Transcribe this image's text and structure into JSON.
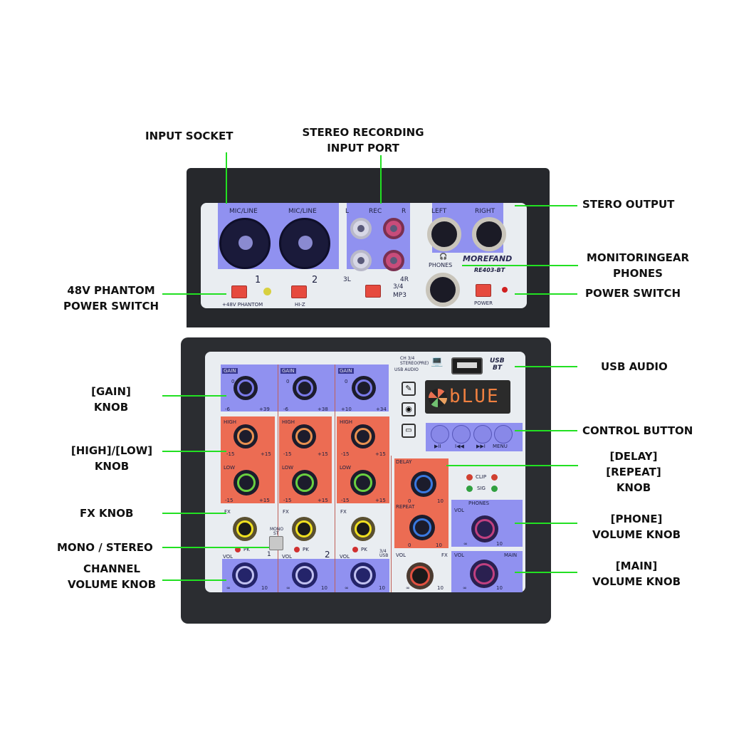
{
  "callouts": {
    "input_socket": "INPUT SOCKET",
    "stereo_recording_l1": "STEREO RECORDING",
    "stereo_recording_l2": "INPUT PORT",
    "stereo_output": "STERO OUTPUT",
    "monitoring_l1": "MONITORINGEAR",
    "monitoring_l2": "PHONES",
    "power_switch": "POWER SWITCH",
    "phantom_l1": "48V PHANTOM",
    "phantom_l2": "POWER SWITCH",
    "usb_audio": "USB AUDIO",
    "gain_l1": "[GAIN]",
    "gain_l2": "KNOB",
    "control_button": "CONTROL BUTTON",
    "highlow_l1": "[HIGH]/[LOW]",
    "highlow_l2": "KNOB",
    "delay_l1": "[DELAY]",
    "delay_l2": "[REPEAT]",
    "delay_l3": "KNOB",
    "fx_knob": "FX KNOB",
    "phone_l1": "[PHONE]",
    "phone_l2": "VOLUME KNOB",
    "mono_stereo": "MONO / STEREO",
    "channel_l1": "CHANNEL",
    "channel_l2": "VOLUME KNOB",
    "main_l1": "[MAIN]",
    "main_l2": "VOLUME KNOB"
  },
  "top_panel": {
    "mic_line_1": "MIC/LINE",
    "mic_line_2": "MIC/LINE",
    "rec_l": "L",
    "rec": "REC",
    "rec_r": "R",
    "left": "LEFT",
    "right": "RIGHT",
    "brand": "MOREFAND",
    "model": "RE403-BT",
    "phones": "PHONES",
    "ch1": "1",
    "ch2": "2",
    "ch3l": "3L",
    "ch4r": "4R",
    "phantom_label": "+48V PHANTOM",
    "hiz_label": "HI-Z",
    "src_34": "3/4",
    "src_mp3": "MP3",
    "power_label": "POWER"
  },
  "usb_section": {
    "ch34": "CH 3/4",
    "stereo_pre": "STEREO(PRE)",
    "usb_audio": "USB AUDIO",
    "usb_bt_1": "USB",
    "usb_bt_2": "BT",
    "display_text": "bLUE",
    "buttons": [
      "▶II",
      "I◀◀",
      "▶▶I",
      "MENU"
    ]
  },
  "channels": [
    {
      "gain": "GAIN",
      "gain_zero": "0",
      "gain_min": "-6",
      "gain_max": "+39",
      "high": "HIGH",
      "low": "LOW",
      "eq_min": "-15",
      "eq_max": "+15",
      "fx": "FX",
      "pk": "PK",
      "vol": "VOL",
      "num": "1",
      "vmin": "∞",
      "vmax": "10"
    },
    {
      "gain": "GAIN",
      "gain_zero": "0",
      "gain_min": "-6",
      "gain_max": "+38",
      "high": "HIGH",
      "low": "LOW",
      "eq_min": "-15",
      "eq_max": "+15",
      "fx": "FX",
      "pk": "PK",
      "vol": "VOL",
      "num": "2",
      "vmin": "∞",
      "vmax": "10"
    },
    {
      "gain": "GAIN",
      "gain_zero": "0",
      "gain_min": "+10",
      "gain_max": "+34",
      "high": "HIGH",
      "low": "LOW",
      "eq_min": "-15",
      "eq_max": "+15",
      "fx": "FX",
      "pk": "PK",
      "vol": "VOL",
      "num": "3/4 USB",
      "vmin": "∞",
      "vmax": "10"
    }
  ],
  "mono_st": {
    "l1": "MONO",
    "l2": "ST"
  },
  "master": {
    "delay": "DELAY",
    "repeat": "REPEAT",
    "min": "0",
    "max": "10",
    "clip": "CLIP",
    "sig": "SIG",
    "phones": "PHONES",
    "vol": "VOL",
    "fx": "FX",
    "main": "MAIN",
    "vmin": "∞",
    "vmax": "10"
  },
  "colors": {
    "callout_line": "#22e022",
    "highlight_blue": "#6e6ef0",
    "highlight_red": "#ec5a3c",
    "shell": "#2a2c30"
  }
}
